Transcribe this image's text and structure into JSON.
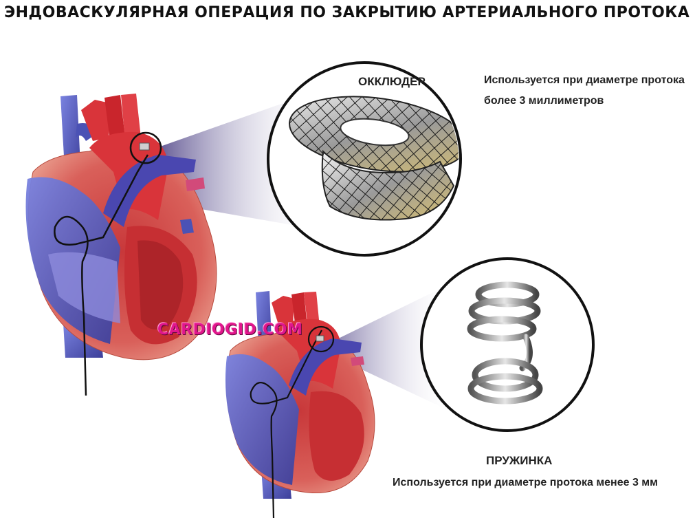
{
  "title": "ЭНДОВАСКУЛЯРНАЯ ОПЕРАЦИЯ ПО ЗАКРЫТИЮ АРТЕРИАЛЬНОГО ПРОТОКА",
  "occluder": {
    "label": "ОККЛЮДЕР",
    "description_line1": "Используется при диаметре протока",
    "description_line2": "более 3 миллиметров"
  },
  "spring": {
    "label": "ПРУЖИНКА",
    "description": "Используется при диаметре протока менее 3 мм"
  },
  "watermark": "CARDIOGID.COM",
  "colors": {
    "aorta_red": "#d9343a",
    "vein_blue": "#5a63c9",
    "myocardium": "#d45a4f",
    "highlight_purple": "#3a2a8a",
    "watermark_pink": "#e1168c"
  }
}
